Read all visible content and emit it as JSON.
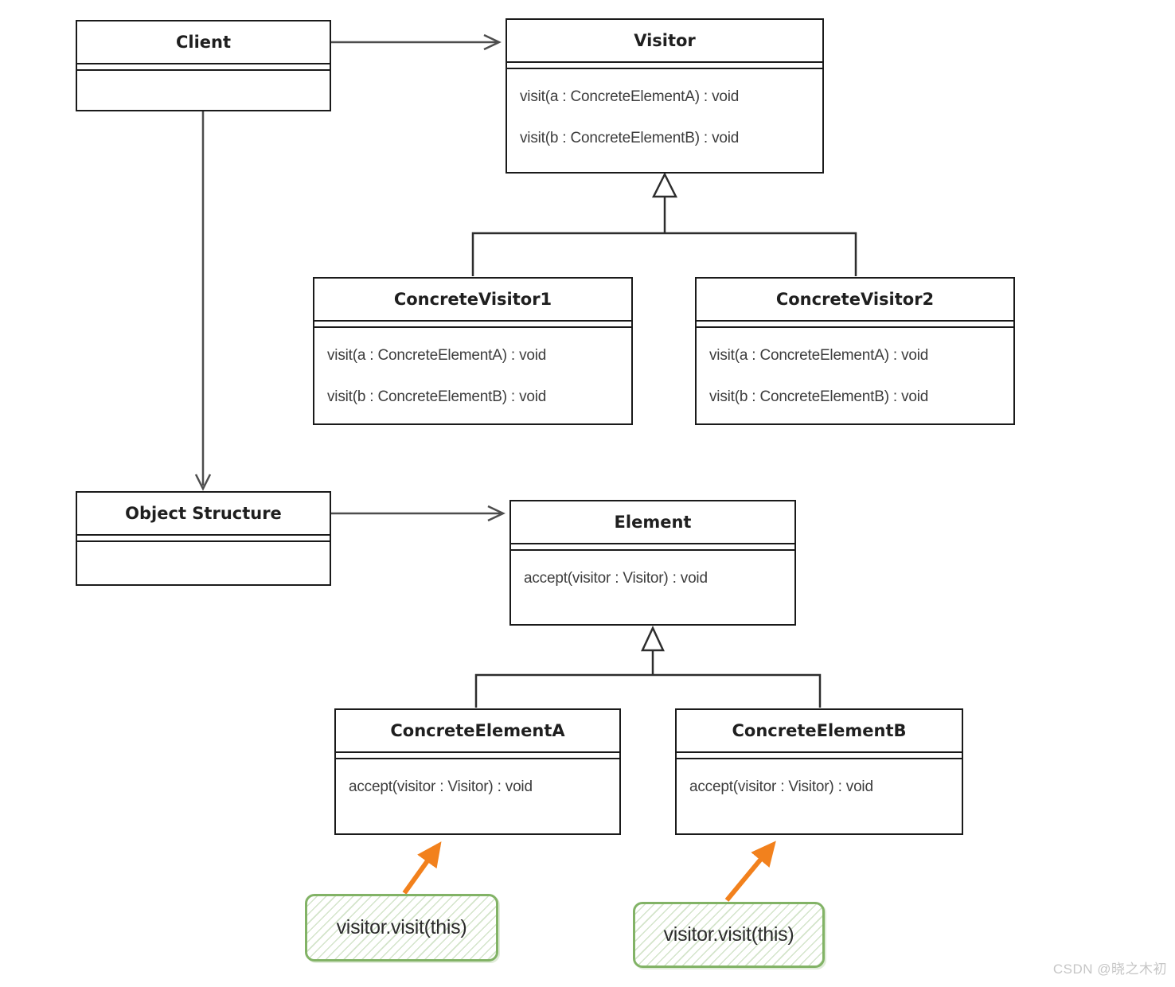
{
  "classes": {
    "client": {
      "name": "Client",
      "methods": []
    },
    "visitor": {
      "name": "Visitor",
      "methods": [
        "visit(a : ConcreteElementA) : void",
        "visit(b : ConcreteElementB) : void"
      ]
    },
    "concrete_visitor1": {
      "name": "ConcreteVisitor1",
      "methods": [
        "visit(a : ConcreteElementA) : void",
        "visit(b : ConcreteElementB) : void"
      ]
    },
    "concrete_visitor2": {
      "name": "ConcreteVisitor2",
      "methods": [
        "visit(a : ConcreteElementA) : void",
        "visit(b : ConcreteElementB) : void"
      ]
    },
    "object_structure": {
      "name": "Object Structure",
      "methods": []
    },
    "element": {
      "name": "Element",
      "methods": [
        "accept(visitor : Visitor) : void"
      ]
    },
    "concrete_element_a": {
      "name": "ConcreteElementA",
      "methods": [
        "accept(visitor : Visitor) : void"
      ]
    },
    "concrete_element_b": {
      "name": "ConcreteElementB",
      "methods": [
        "accept(visitor : Visitor) : void"
      ]
    }
  },
  "notes": {
    "note_a": {
      "text": "visitor.visit(this)"
    },
    "note_b": {
      "text": "visitor.visit(this)"
    }
  },
  "edges": [
    {
      "from": "Client",
      "to": "Visitor",
      "type": "directed-association"
    },
    {
      "from": "Client",
      "to": "Object Structure",
      "type": "directed-association"
    },
    {
      "from": "Object Structure",
      "to": "Element",
      "type": "directed-association"
    },
    {
      "from": "ConcreteVisitor1",
      "to": "Visitor",
      "type": "generalization"
    },
    {
      "from": "ConcreteVisitor2",
      "to": "Visitor",
      "type": "generalization"
    },
    {
      "from": "ConcreteElementA",
      "to": "Element",
      "type": "generalization"
    },
    {
      "from": "ConcreteElementB",
      "to": "Element",
      "type": "generalization"
    },
    {
      "from": "note_a",
      "to": "ConcreteElementA",
      "type": "annotation-arrow"
    },
    {
      "from": "note_b",
      "to": "ConcreteElementB",
      "type": "annotation-arrow"
    }
  ],
  "watermark": {
    "text": "CSDN @晓之木初"
  },
  "colors": {
    "box_border": "#1a1a1a",
    "box_fill": "#ffffff",
    "connector_gray": "#4d4d4d",
    "generalization_stroke": "#2d2d2d",
    "note_border_green": "#82b366",
    "note_hatch_green": "#cfe5c0",
    "annotation_arrow_orange": "#f2811d",
    "watermark_gray": "#c6c6c6",
    "background": "#ffffff"
  }
}
